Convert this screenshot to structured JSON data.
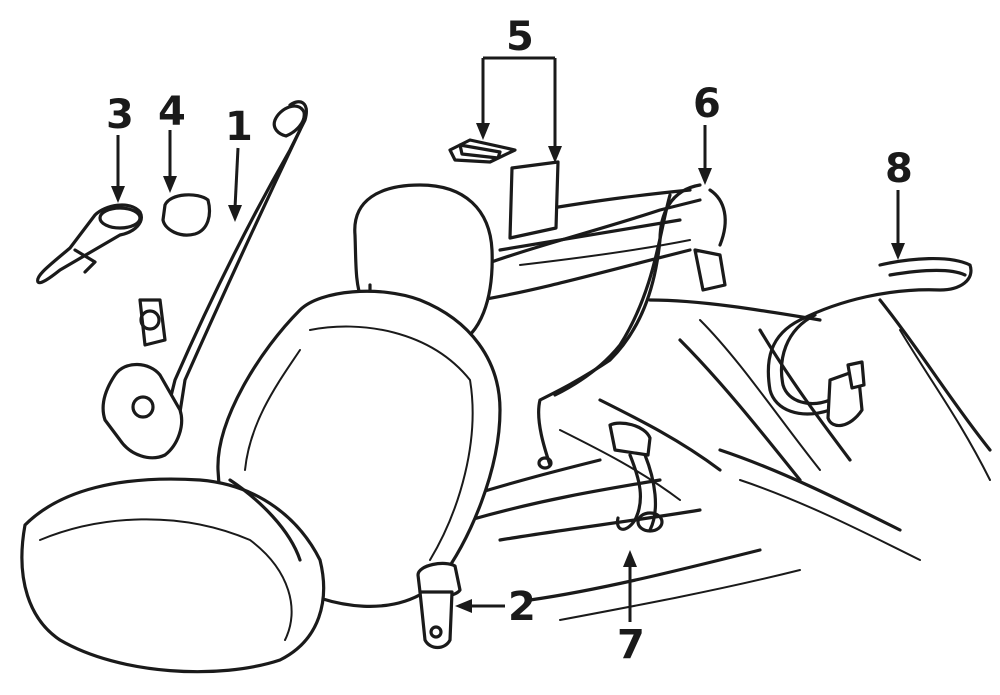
{
  "callouts": {
    "c1": "1",
    "c2": "2",
    "c3": "3",
    "c4": "4",
    "c5": "5",
    "c6": "6",
    "c7": "7",
    "c8": "8"
  },
  "colors": {
    "ink": "#1a1a1a",
    "paper": "#ffffff"
  }
}
